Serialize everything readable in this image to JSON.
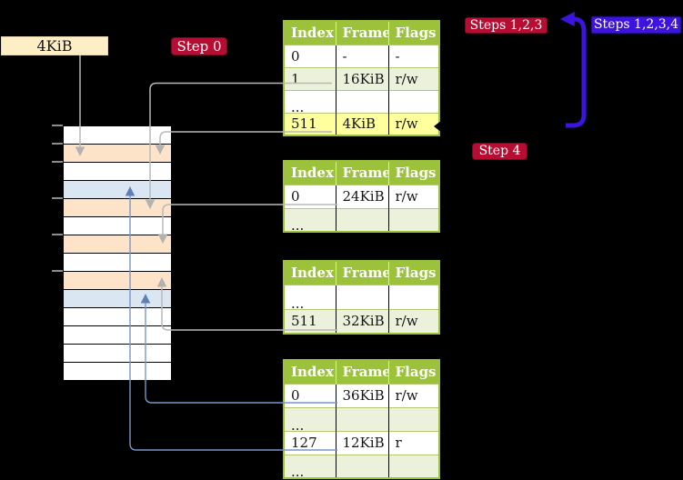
{
  "palette": {
    "table_header_green": "#9cc23c",
    "row_green": "#ecf1dc",
    "highlight_yellow": "#ffff9e",
    "memory_peach": "#fde3c8",
    "memory_blue": "#dbe6f3",
    "badge_red": "#b60d33",
    "badge_violet": "#3d13df",
    "arrow_gray": "#b9b9b9",
    "arrow_blue": "#7a96c8",
    "label_beige": "#fdeec6"
  },
  "frame_label": "4KiB",
  "badges": {
    "step0": "Step 0",
    "steps123": "Steps 1,2,3",
    "steps1234": "Steps 1,2,3,4",
    "step4": "Step 4"
  },
  "memory_strip": {
    "cells": [
      "white",
      "peach",
      "white",
      "blue",
      "peach",
      "white",
      "peach",
      "white",
      "peach",
      "blue",
      "white",
      "white",
      "white",
      "white"
    ]
  },
  "tables": [
    {
      "headers": [
        "Index",
        "Frame",
        "Flags"
      ],
      "rows": [
        {
          "cells": [
            "0",
            "-",
            "-"
          ]
        },
        {
          "cells": [
            "1",
            "16KiB",
            "r/w"
          ]
        },
        {
          "cells": [
            "...",
            "",
            ""
          ]
        },
        {
          "cells": [
            "511",
            "4KiB",
            "r/w"
          ]
        }
      ]
    },
    {
      "headers": [
        "Index",
        "Frame",
        "Flags"
      ],
      "rows": [
        {
          "cells": [
            "0",
            "24KiB",
            "r/w"
          ]
        },
        {
          "cells": [
            "...",
            "",
            ""
          ]
        }
      ]
    },
    {
      "headers": [
        "Index",
        "Frame",
        "Flags"
      ],
      "rows": [
        {
          "cells": [
            "...",
            "",
            ""
          ]
        },
        {
          "cells": [
            "511",
            "32KiB",
            "r/w"
          ]
        }
      ]
    },
    {
      "headers": [
        "Index",
        "Frame",
        "Flags"
      ],
      "rows": [
        {
          "cells": [
            "0",
            "36KiB",
            "r/w"
          ]
        },
        {
          "cells": [
            "...",
            "",
            ""
          ]
        },
        {
          "cells": [
            "127",
            "12KiB",
            "r"
          ]
        },
        {
          "cells": [
            "...",
            "",
            ""
          ]
        }
      ]
    }
  ]
}
